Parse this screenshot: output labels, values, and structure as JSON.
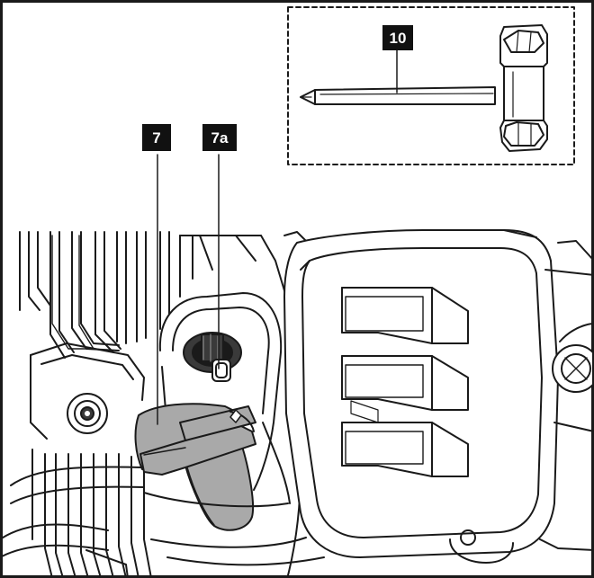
{
  "callouts": {
    "tool": "10",
    "boot": "7",
    "plug": "7a"
  },
  "colors": {
    "line": "#1a1a1a",
    "boot_fill": "#a9a9a9",
    "dark_fill": "#3a3a3a",
    "label_bg": "#111111"
  }
}
